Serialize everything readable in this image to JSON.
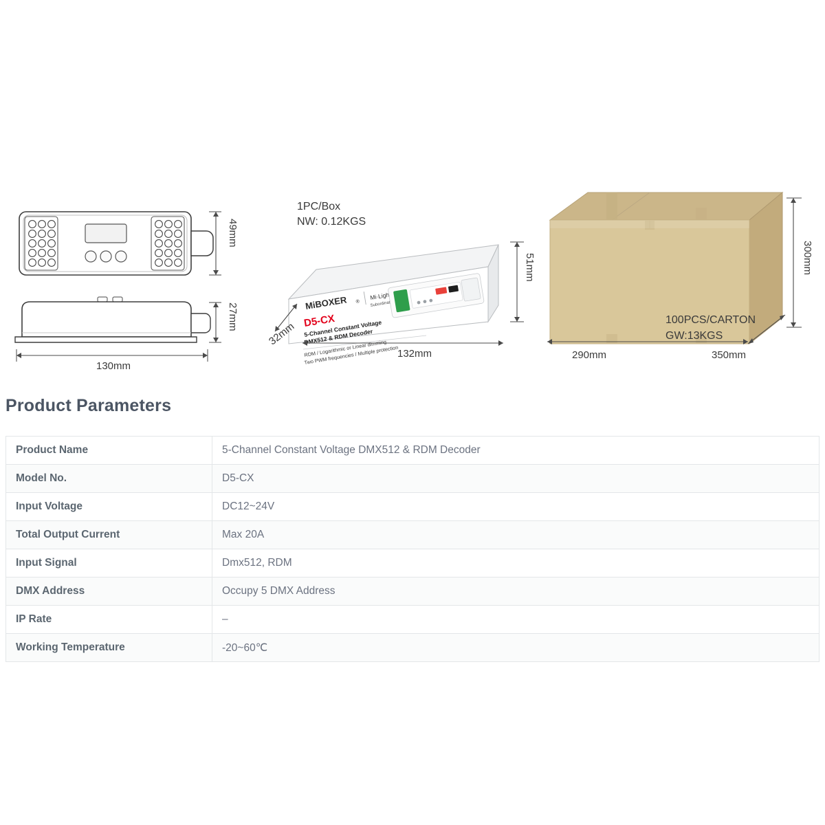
{
  "diagram": {
    "controller": {
      "height_label": "49mm",
      "thickness_label": "27mm",
      "length_label": "130mm"
    },
    "box": {
      "pcs_label": "1PC/Box",
      "weight_label": "NW: 0.12KGS",
      "brand": "MiBOXER",
      "brand_sub_line1": "Mi·Light",
      "brand_sub_line2": "Subordinate New Brand",
      "model": "D5-CX",
      "title_line1": "5-Channel Constant Voltage",
      "title_line2": "DMX512 & RDM Decoder",
      "feature_line1": "RDM / Logarithmic or Linear dimming",
      "feature_line2": "Two PWM frequencies / Multiple protection",
      "depth_label": "32mm",
      "width_label": "132mm",
      "height_label": "51mm"
    },
    "carton": {
      "qty_label": "100PCS/CARTON",
      "weight_label": "GW:13KGS",
      "height_label": "300mm",
      "depth_label": "290mm",
      "width_label": "350mm"
    }
  },
  "section": {
    "title": "Product Parameters"
  },
  "params": {
    "rows": [
      {
        "key": "Product Name",
        "value": "5-Channel Constant Voltage DMX512 & RDM Decoder"
      },
      {
        "key": "Model No.",
        "value": "D5-CX"
      },
      {
        "key": "Input Voltage",
        "value": "DC12~24V"
      },
      {
        "key": "Total Output Current",
        "value": "Max 20A"
      },
      {
        "key": "Input Signal",
        "value": "Dmx512, RDM"
      },
      {
        "key": "DMX Address",
        "value": "Occupy 5 DMX Address"
      },
      {
        "key": "IP Rate",
        "value": "–"
      },
      {
        "key": "Working Temperature",
        "value": "-20~60℃"
      }
    ]
  },
  "colors": {
    "carton_face": "#d9c79a",
    "carton_top": "#cbb689",
    "carton_side": "#c2ab7c",
    "brand_red": "#e2001a",
    "title_gray": "#4b5563",
    "line": "#4a4a4a"
  }
}
